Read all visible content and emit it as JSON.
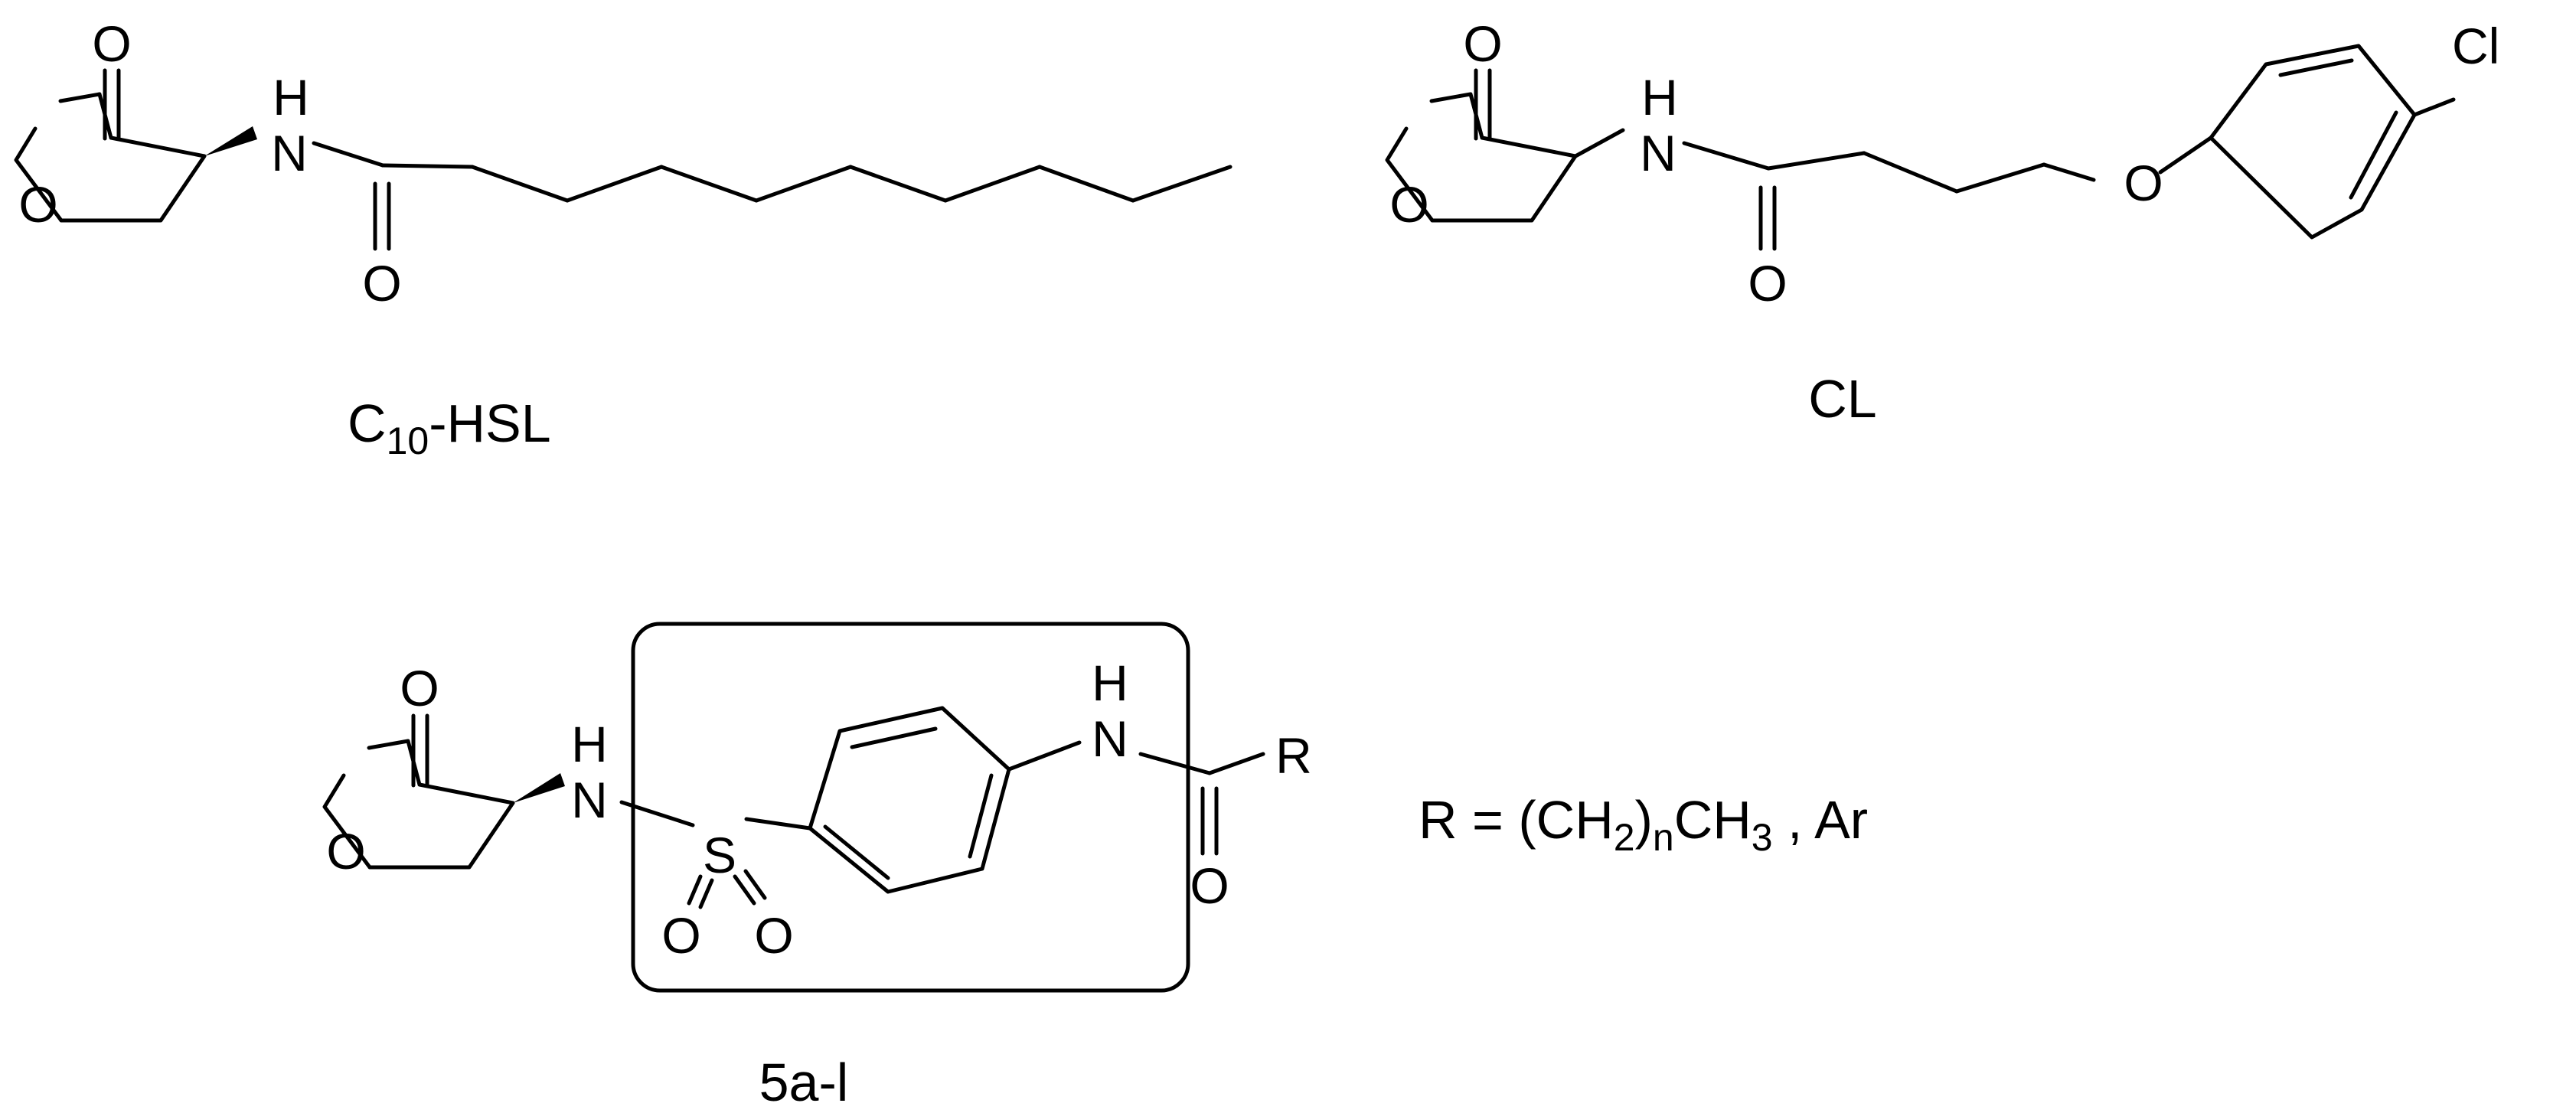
{
  "figure": {
    "compounds": [
      {
        "name": "C10-HSL",
        "label_main": "C",
        "label_sub": "10",
        "label_rest": "-HSL",
        "atoms": {
          "o_carbonyl": "O",
          "o_ring": "O",
          "nh_h": "H",
          "nh_n": "N",
          "o_amide": "O"
        }
      },
      {
        "name": "CL",
        "label": "CL",
        "atoms": {
          "o_carbonyl": "O",
          "o_ring": "O",
          "nh_h": "H",
          "nh_n": "N",
          "o_amide": "O",
          "o_ether": "O",
          "cl": "Cl"
        }
      },
      {
        "name": "5a-l",
        "label": "5a-l",
        "atoms": {
          "o_carbonyl": "O",
          "o_ring": "O",
          "nh1_h": "H",
          "nh1_n": "N",
          "s": "S",
          "so_o1": "O",
          "so_o2": "O",
          "nh2_h": "H",
          "nh2_n": "N",
          "o_amide": "O",
          "r": "R"
        }
      }
    ],
    "r_definition": {
      "lead": "R = (CH",
      "sub1": "2",
      "mid": ")",
      "sub2": "n",
      "tail": "CH",
      "sub3": "3",
      "end": " ,  Ar"
    }
  }
}
